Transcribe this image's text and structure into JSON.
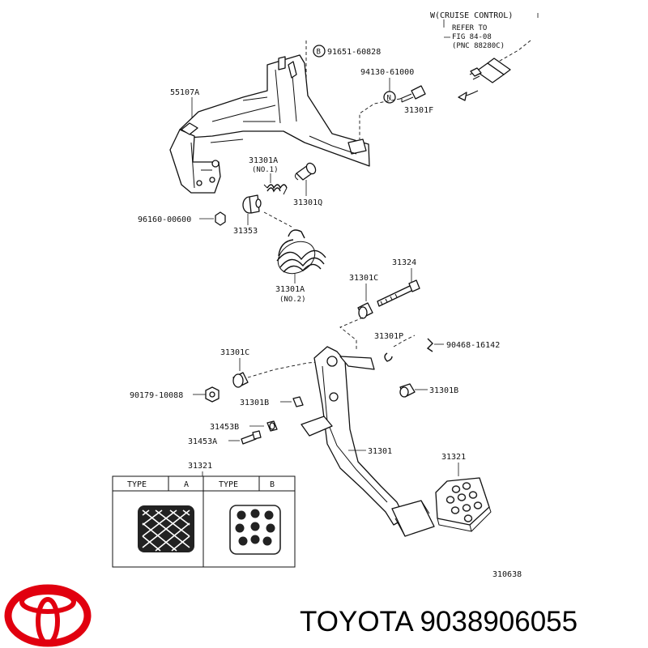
{
  "cruise": {
    "title": "W(CRUISE CONTROL)",
    "line1": "REFER TO",
    "line2": "FIG 84-08",
    "line3": "(PNC 88280C)"
  },
  "labels": {
    "p91651": "91651-60828",
    "p94130": "94130-61000",
    "p55107A": "55107A",
    "p31301F": "31301F",
    "p31301A1": "31301A",
    "no1": "(NO.1)",
    "p31301Q": "31301Q",
    "p96160": "96160-00600",
    "p31353": "31353",
    "p31301A2": "31301A",
    "no2": "(NO.2)",
    "p31324": "31324",
    "p31301C1": "31301C",
    "p31301P": "31301P",
    "p90468": "90468-16142",
    "p31301C2": "31301C",
    "p90179": "90179-10088",
    "p31301B1": "31301B",
    "p31301B2": "31301B",
    "p31453B": "31453B",
    "p31453A": "31453A",
    "p31301": "31301",
    "p31321a": "31321",
    "p31321b": "31321",
    "fig_no": "310638",
    "circle_b": "B",
    "circle_n": "N"
  },
  "type_table": {
    "type_a_label": "TYPE",
    "type_a_value": "A",
    "type_b_label": "TYPE",
    "type_b_value": "B"
  },
  "brand": {
    "text": "TOYOTA 9038906055",
    "logo_color": "#e1000f"
  }
}
